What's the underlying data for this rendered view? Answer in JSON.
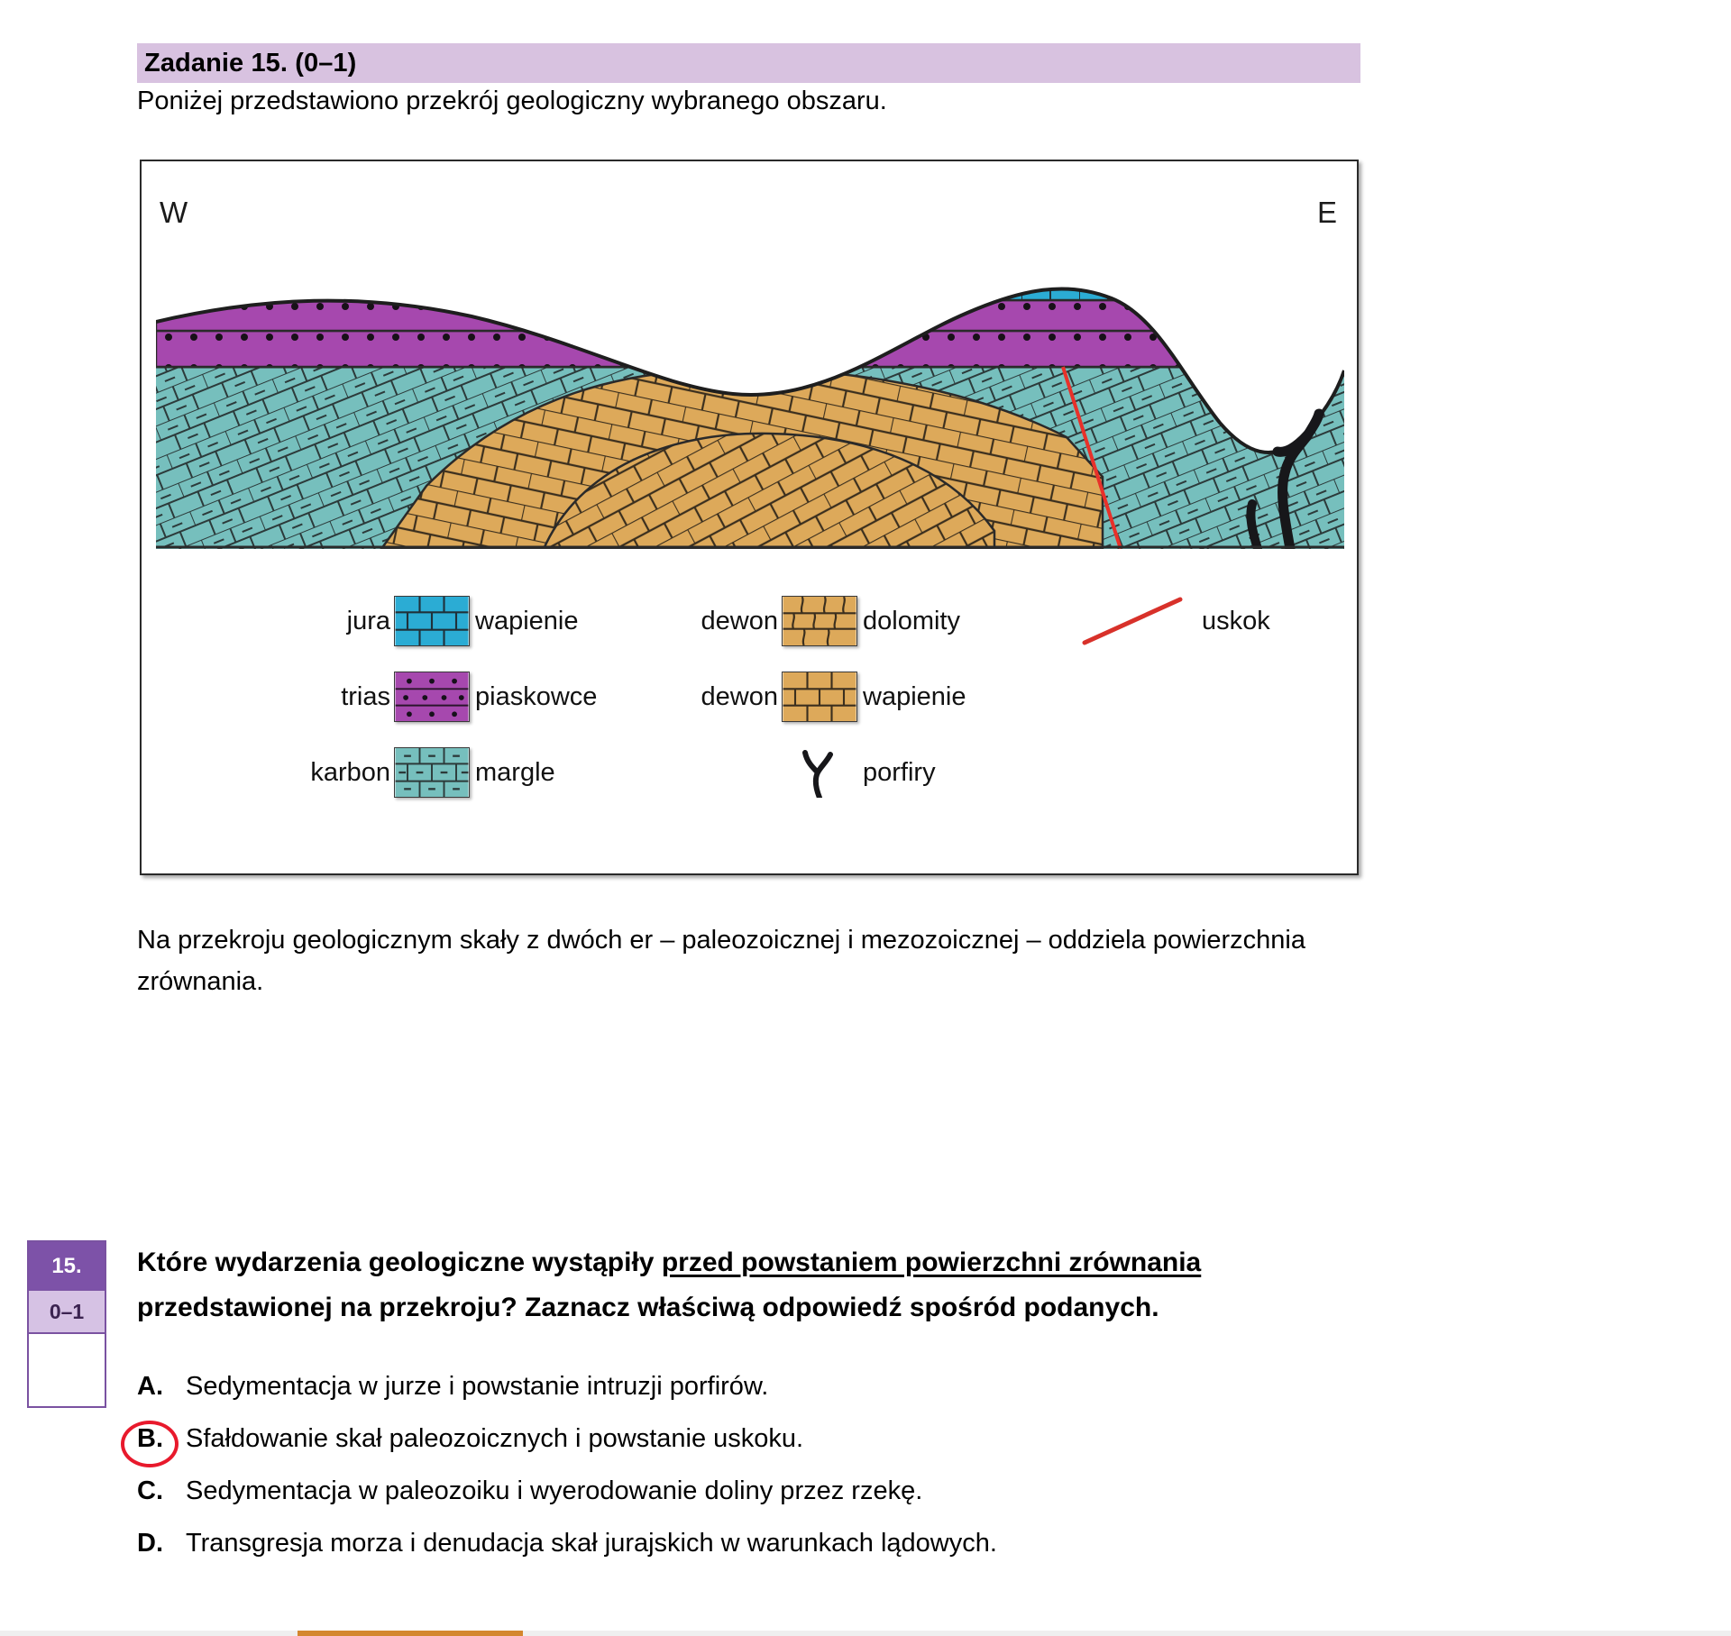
{
  "task": {
    "header": "Zadanie 15. (0–1)",
    "intro": "Poniżej przedstawiono przekrój geologiczny wybranego obszaru."
  },
  "figure": {
    "compass_west": "W",
    "compass_east": "E",
    "legend": [
      {
        "era": "jura",
        "rock": "wapienie",
        "color": "#2bacd4",
        "pattern": "brick"
      },
      {
        "era": "trias",
        "rock": "piaskowce",
        "color": "#a648ae",
        "pattern": "dotted"
      },
      {
        "era": "karbon",
        "rock": "margle",
        "color": "#76bfbd",
        "pattern": "dashed-brick"
      },
      {
        "era": "dewon",
        "rock": "dolomity",
        "color": "#dda košice",
        "pattern": "wavy-brick"
      },
      {
        "era": "dewon",
        "rock": "wapienie",
        "color": "#dda95a",
        "pattern": "brick"
      }
    ],
    "legend_left": [
      {
        "era": "jura",
        "rock": "wapienie"
      },
      {
        "era": "trias",
        "rock": "piaskowce"
      },
      {
        "era": "karbon",
        "rock": "margle"
      }
    ],
    "legend_mid": [
      {
        "era": "dewon",
        "rock": "dolomity"
      },
      {
        "era": "dewon",
        "rock": "wapienie"
      },
      {
        "era": "",
        "rock": "porfiry"
      }
    ],
    "legend_right": [
      {
        "label": "uskok"
      }
    ],
    "colors": {
      "jura_wapienie": "#2bacd4",
      "trias_piaskowce": "#a648ae",
      "karbon_margle": "#76bfbd",
      "dewon_dolomity": "#dda95a",
      "dewon_wapienie": "#dda95a",
      "uskok": "#e8312a",
      "porfiry": "#1a1a1a",
      "outline": "#2a2a2a"
    }
  },
  "body_paragraph": "Na przekroju geologicznym skały z dwóch er – paleozoicznej i mezozoicznej – oddziela powierzchnia zrównania.",
  "score": {
    "number": "15.",
    "points": "0–1"
  },
  "question": {
    "part1": "Które wydarzenia geologiczne wystąpiły ",
    "underlined": "przed powstaniem powierzchni zrównania",
    "part2": " przedstawionej na przekroju? Zaznacz właściwą odpowiedź spośród podanych."
  },
  "options": [
    {
      "letter": "A.",
      "text": "Sedymentacja w jurze i powstanie intruzji porfirów.",
      "marked": false
    },
    {
      "letter": "B.",
      "text": "Sfałdowanie skał paleozoicznych i powstanie uskoku.",
      "marked": true
    },
    {
      "letter": "C.",
      "text": "Sedymentacja w paleozoiku i wyerodowanie doliny przez rzekę.",
      "marked": false
    },
    {
      "letter": "D.",
      "text": "Transgresja morza i denudacja skał jurajskich w warunkach lądowych.",
      "marked": false
    }
  ]
}
